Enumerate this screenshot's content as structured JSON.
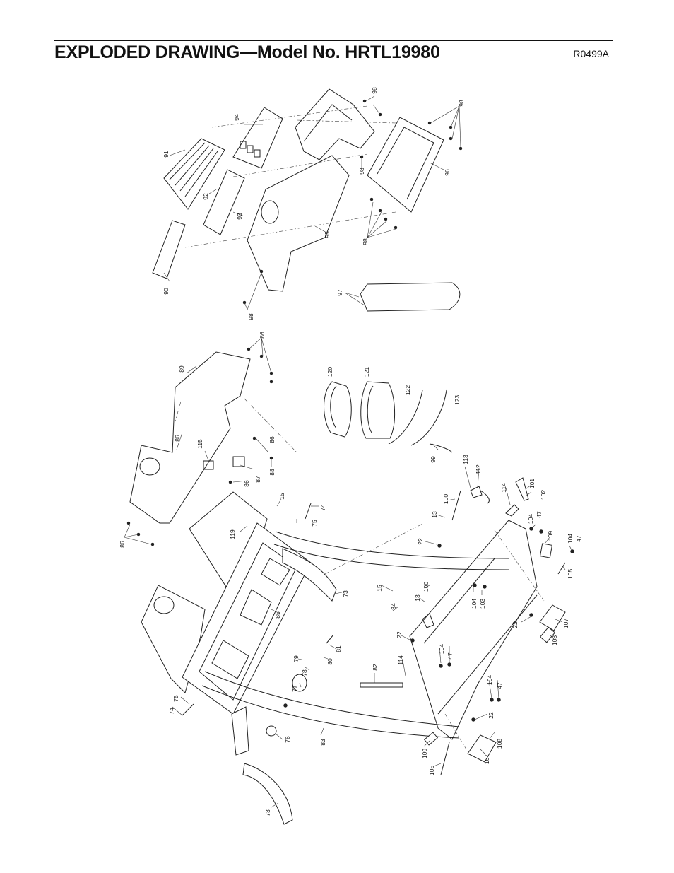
{
  "header": {
    "title": "EXPLODED DRAWING—Model No. HRTL19980",
    "drawing_code": "R0499A"
  },
  "callouts": [
    "98",
    "94",
    "98",
    "91",
    "98",
    "96",
    "92",
    "93",
    "95",
    "98",
    "90",
    "97",
    "98",
    "86",
    "89",
    "120",
    "121",
    "122",
    "123",
    "86",
    "115",
    "86",
    "88",
    "99",
    "86",
    "87",
    "113",
    "112",
    "114",
    "101",
    "102",
    "15",
    "74",
    "119",
    "75",
    "100",
    "13",
    "104",
    "47",
    "86",
    "22",
    "109",
    "104",
    "47",
    "105",
    "73",
    "15",
    "84",
    "100",
    "13",
    "104",
    "103",
    "85",
    "22",
    "107",
    "108",
    "22",
    "114",
    "104",
    "47",
    "79",
    "81",
    "78",
    "80",
    "77",
    "82",
    "104",
    "47",
    "75",
    "74",
    "76",
    "83",
    "22",
    "109",
    "108",
    "105",
    "107",
    "73"
  ]
}
